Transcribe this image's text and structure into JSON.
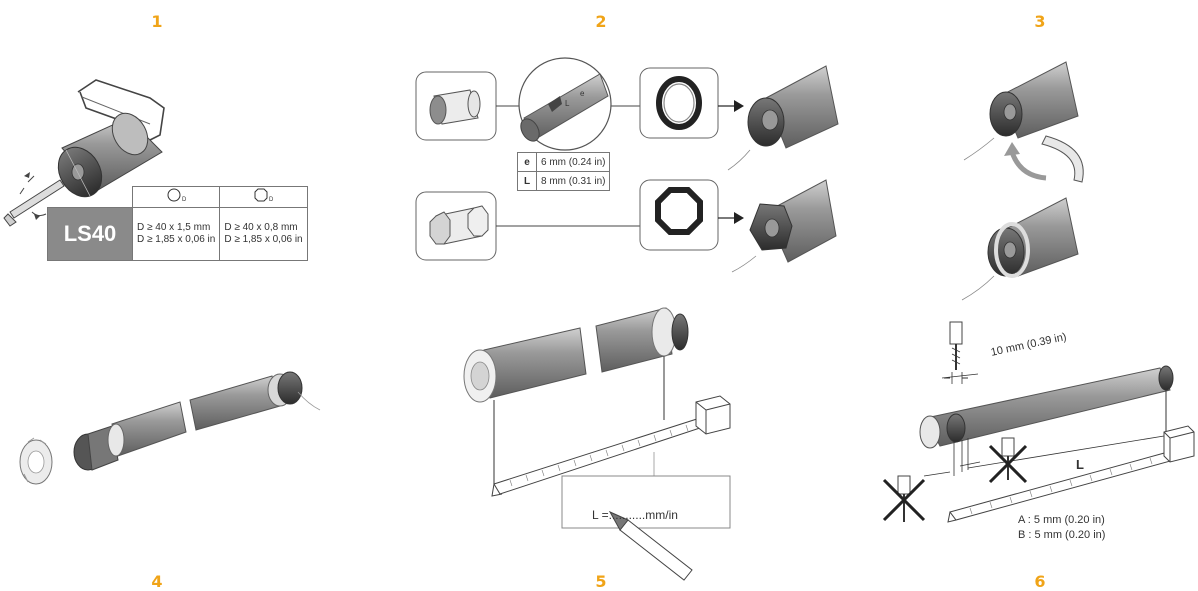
{
  "steps": [
    "1",
    "2",
    "3",
    "4",
    "5",
    "6"
  ],
  "step1": {
    "model": "LS40",
    "round_spec_line1": "D ≥ 40 x 1,5 mm",
    "round_spec_line2": "D ≥ 1,85 x 0,06 in",
    "octagonal_spec_line1": "D ≥ 40 x 0,8 mm",
    "octagonal_spec_line2": "D ≥ 1,85 x 0,06 in",
    "round_tube_icon": "round-tube-icon",
    "octagonal_tube_icon": "octagonal-tube-icon"
  },
  "step2": {
    "dims": [
      {
        "key": "e",
        "value": "6 mm (0.24 in)"
      },
      {
        "key": "L",
        "value": "8 mm (0.31 in)"
      }
    ],
    "detail_labels": [
      "L",
      "e"
    ]
  },
  "step5": {
    "measure_label": "L =...........mm/in"
  },
  "step6": {
    "drill_distance": "10 mm (0.39 in)",
    "length_label": "L",
    "dim_a": "A : 5 mm (0.20 in)",
    "dim_b": "B : 5 mm (0.20 in)"
  },
  "colors": {
    "step_number": "#f0a418",
    "tube": "#8f8f8f",
    "ls40_box": "#8a8a8a"
  }
}
